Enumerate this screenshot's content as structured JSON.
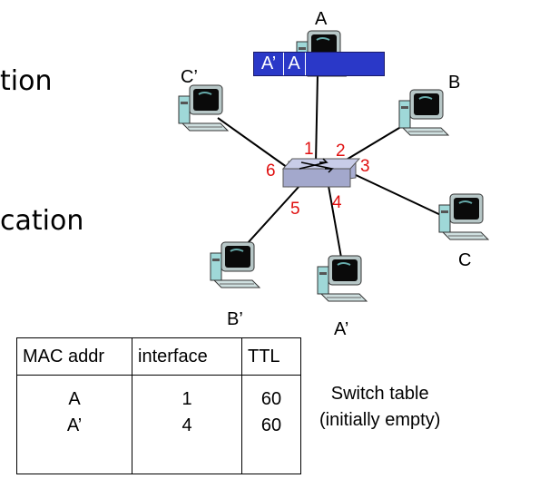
{
  "left_text": {
    "line1": "tion",
    "line2": "cation"
  },
  "hosts": {
    "A": "A",
    "B": "B",
    "C": "C",
    "A_prime": "A’",
    "B_prime": "B’",
    "C_prime": "C’"
  },
  "ports": [
    "1",
    "2",
    "3",
    "4",
    "5",
    "6"
  ],
  "frame": {
    "dest": "A’",
    "src": "A"
  },
  "switch_table": {
    "headers": [
      "MAC addr",
      "interface",
      "TTL"
    ],
    "mac": [
      "A",
      "A’"
    ],
    "interface": [
      "1",
      "4"
    ],
    "ttl": [
      "60",
      "60"
    ]
  },
  "note": {
    "line1": "Switch table",
    "line2": "(initially empty)"
  },
  "colors": {
    "port_label": "#e01010",
    "frame": "#2a38c8",
    "switch": "#a9aed2",
    "monitor": "#0a0a0a"
  }
}
